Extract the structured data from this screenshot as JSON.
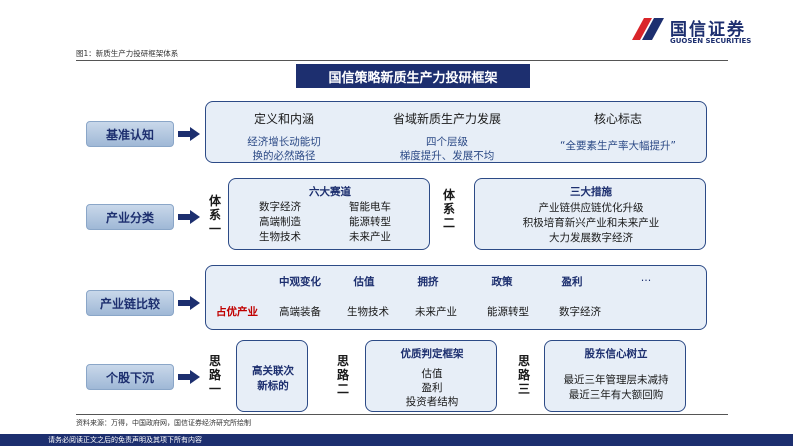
{
  "header": {
    "brand_cn": "国信证券",
    "brand_en": "GUOSEN SECURITIES",
    "figure_caption": "图1：新质生产力投研框架体系"
  },
  "main_title": "国信策略新质生产力投研框架",
  "rows": {
    "r1": {
      "label": "基准认知",
      "items": [
        {
          "title": "定义和内涵",
          "lines": [
            "经济增长动能切",
            "换的必然路径"
          ]
        },
        {
          "title": "省域新质生产力发展",
          "lines": [
            "四个层级",
            "梯度提升、发展不均"
          ]
        },
        {
          "title": "核心标志",
          "lines": [
            "“全要素生产率大幅提升”"
          ]
        }
      ]
    },
    "r2": {
      "label": "产业分类",
      "system1": "体系一",
      "system2": "体系二",
      "box1": {
        "title": "六大赛道",
        "left": [
          "数字经济",
          "高端制造",
          "生物技术"
        ],
        "right": [
          "智能电车",
          "能源转型",
          "未来产业"
        ]
      },
      "box2": {
        "title": "三大措施",
        "lines": [
          "产业链供应链优化升级",
          "积极培育新兴产业和未来产业",
          "大力发展数字经济"
        ]
      }
    },
    "r3": {
      "label": "产业链比较",
      "headers": [
        "中观变化",
        "估值",
        "拥挤",
        "政策",
        "盈利",
        "…"
      ],
      "highlight": "占优产业",
      "industries": [
        "高端装备",
        "生物技术",
        "未来产业",
        "能源转型",
        "数字经济"
      ]
    },
    "r4": {
      "label": "个股下沉",
      "idea1": "思路一",
      "idea2": "思路二",
      "idea3": "思路三",
      "box1_lines": [
        "高关联次",
        "新标的"
      ],
      "box2": {
        "title": "优质判定框架",
        "lines": [
          "估值",
          "盈利",
          "投资者结构"
        ]
      },
      "box3": {
        "title": "股东信心树立",
        "lines": [
          "最近三年管理层未减持",
          "最近三年有大额回购"
        ]
      }
    }
  },
  "source": "资料来源：万得，中国政府网，国信证券经济研究所绘制",
  "footer": "请务必阅读正文之后的免责声明及其项下所有内容",
  "colors": {
    "navy": "#1d2f6f",
    "panel_fill": "#e7eef7",
    "highlight_red": "#c00000",
    "brand_red": "#d9252a"
  }
}
